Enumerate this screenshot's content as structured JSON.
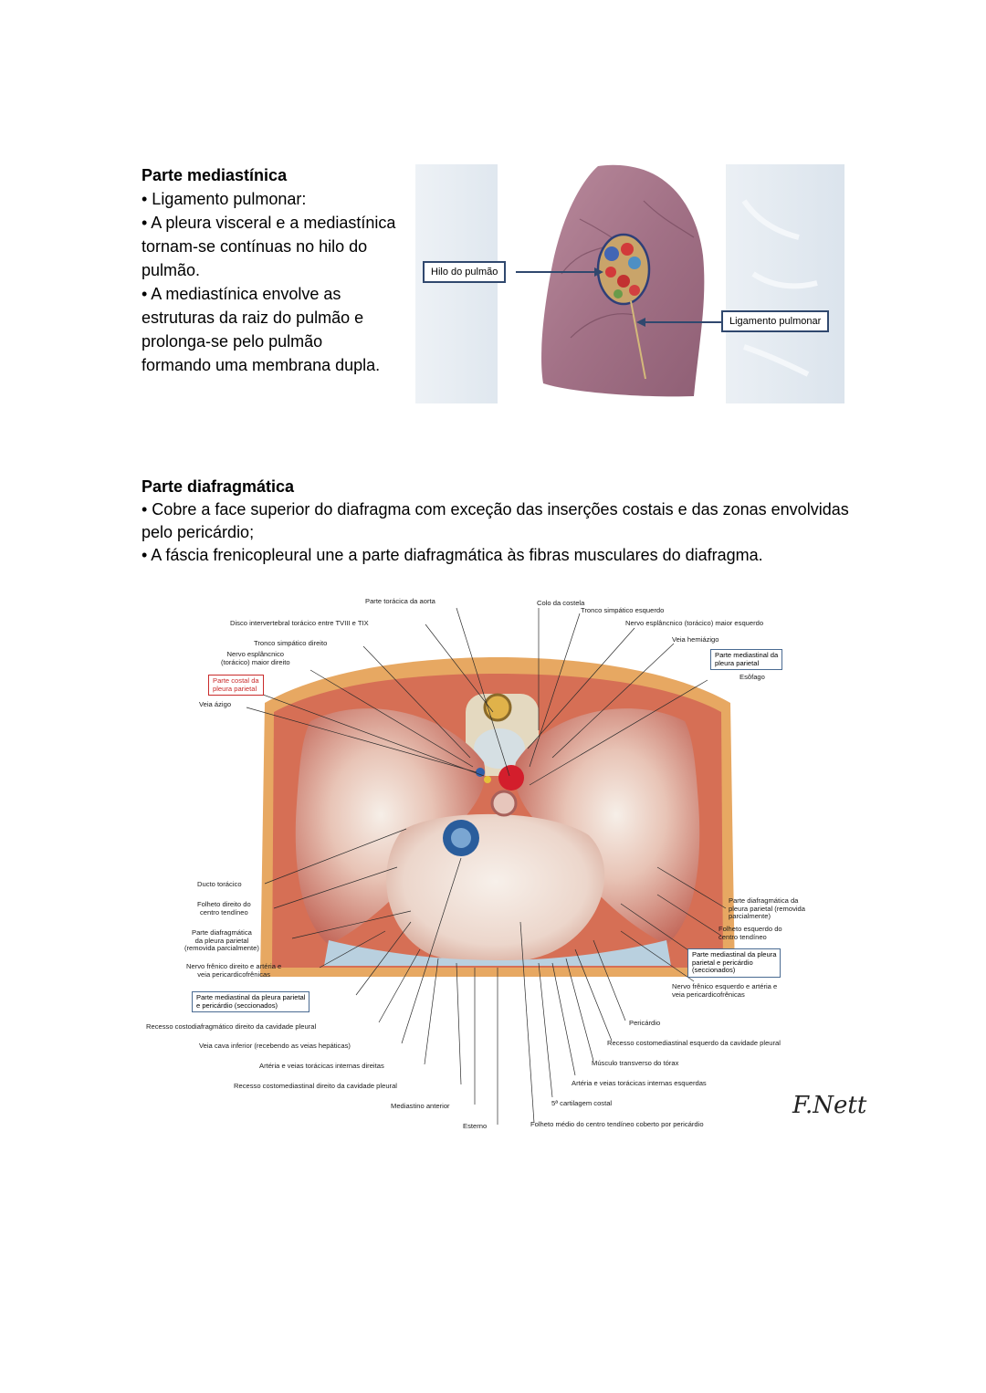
{
  "section1": {
    "heading": "Parte mediastínica",
    "lines": [
      "• Ligamento pulmonar:",
      "• A pleura visceral e a mediastínica",
      "tornam-se contínuas no hilo do",
      "pulmão.",
      "• A mediastínica envolve as",
      "estruturas da raiz do pulmão e",
      "prolonga-se pelo pulmão",
      "formando uma membrana dupla."
    ]
  },
  "figure1": {
    "labels": {
      "hilo": "Hilo do pulmão",
      "ligamento": "Ligamento pulmonar"
    }
  },
  "section2": {
    "heading": "Parte diafragmática",
    "lines": [
      "• Cobre a face superior do diafragma com exceção das inserções costais e das zonas envolvidas",
      "pelo pericárdio;",
      "• A fáscia frenicopleural une a parte diafragmática às fibras musculares do diafragma."
    ]
  },
  "figure2": {
    "labels": {
      "aorta": "Parte torácica da aorta",
      "colo": "Colo da costela",
      "simp_esq": "Tronco simpático esquerdo",
      "espl_esq": "Nervo esplâncnico (torácico) maior esquerdo",
      "disco": "Disco intervertebral torácico entre TVIII e TIX",
      "hemiazigo": "Veia hemiázigo",
      "simp_dir": "Tronco simpático direito",
      "espl_dir_1": "Nervo esplâncnico",
      "espl_dir_2": "(torácico) maior direito",
      "med_sup_1": "Parte mediastinal da",
      "med_sup_2": "pleura parietal",
      "esofago": "Esôfago",
      "costal_1": "Parte costal da",
      "costal_2": "pleura parietal",
      "azigo": "Veia ázigo",
      "ducto": "Ducto torácico",
      "folheto_dir_1": "Folheto direito do",
      "folheto_dir_2": "centro tendíneo",
      "diaf_dir_1": "Parte diafragmática",
      "diaf_dir_2": "da pleura parietal",
      "diaf_dir_3": "(removida parcialmente)",
      "frenico_dir_1": "Nervo frênico direito e artéria e",
      "frenico_dir_2": "veia pericardicofrênicas",
      "med_dir_1": "Parte mediastinal da pleura parietal",
      "med_dir_2": "e pericárdio (seccionados)",
      "recesso_costodiaf": "Recesso costodiafragmático direito da cavidade pleural",
      "cava": "Veia cava inferior (recebendo as veias hepáticas)",
      "toracicas_dir": "Artéria e veias torácicas internas direitas",
      "recesso_cm_dir": "Recesso costomediastinal direito da cavidade pleural",
      "mediastino": "Mediastino anterior",
      "esterno": "Esterno",
      "diaf_esq_1": "Parte diafragmática da",
      "diaf_esq_2": "pleura parietal (removida",
      "diaf_esq_3": "parcialmente)",
      "folheto_esq_1": "Folheto esquerdo do",
      "folheto_esq_2": "centro tendíneo",
      "med_esq_1": "Parte mediastinal da pleura",
      "med_esq_2": "parietal e pericárdio",
      "med_esq_3": "(seccionados)",
      "frenico_esq_1": "Nervo frênico esquerdo e artéria e",
      "frenico_esq_2": "veia pericardicofrênicas",
      "pericardio": "Pericárdio",
      "recesso_cm_esq": "Recesso costomediastinal esquerdo da cavidade pleural",
      "musculo": "Músculo transverso do tórax",
      "toracicas_esq": "Artéria e veias torácicas internas esquerdas",
      "cartilagem": "5ª cartilagem costal",
      "folheto_medio": "Folheto médio do centro tendíneo coberto por pericárdio"
    },
    "signature": "F.Nett"
  }
}
